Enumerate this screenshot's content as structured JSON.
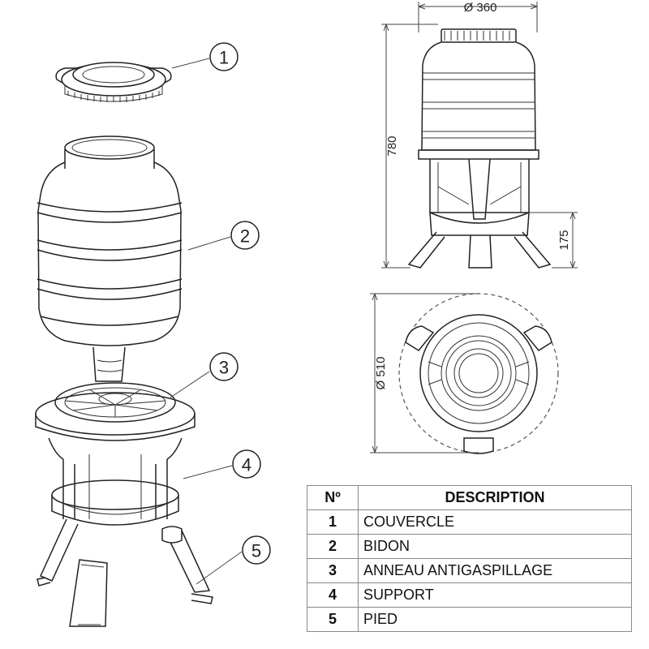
{
  "callouts": [
    "1",
    "2",
    "3",
    "4",
    "5"
  ],
  "dimensions": {
    "top_diameter": "Ø 360",
    "height": "780",
    "foot_height": "175",
    "base_diameter": "Ø 510"
  },
  "legend": {
    "header_no": "Nº",
    "header_description": "DESCRIPTION",
    "rows": [
      {
        "no": "1",
        "description": "COUVERCLE"
      },
      {
        "no": "2",
        "description": "BIDON"
      },
      {
        "no": "3",
        "description": "ANNEAU ANTIGASPILLAGE"
      },
      {
        "no": "4",
        "description": "SUPPORT"
      },
      {
        "no": "5",
        "description": "PIED"
      }
    ]
  }
}
